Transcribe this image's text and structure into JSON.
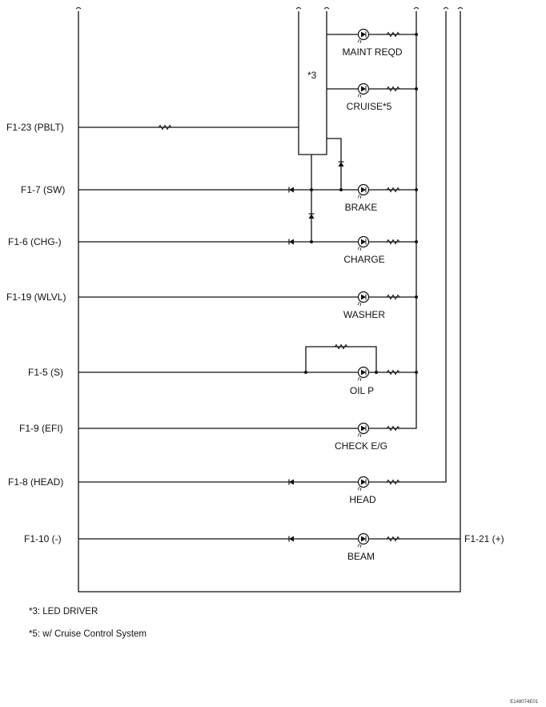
{
  "box_label": "*3",
  "pins": [
    {
      "id": "pblt",
      "label": "F1-23 (PBLT)"
    },
    {
      "id": "sw",
      "label": "F1-7 (SW)"
    },
    {
      "id": "chg",
      "label": "F1-6 (CHG-)"
    },
    {
      "id": "wlvl",
      "label": "F1-19 (WLVL)"
    },
    {
      "id": "s",
      "label": "F1-5 (S)"
    },
    {
      "id": "efi",
      "label": "F1-9 (EFI)"
    },
    {
      "id": "head",
      "label": "F1-8 (HEAD)"
    },
    {
      "id": "minus",
      "label": "F1-10 (-)"
    },
    {
      "id": "plus",
      "label": "F1-21 (+)"
    }
  ],
  "indicators": [
    {
      "id": "maint",
      "label": "MAINT REQD"
    },
    {
      "id": "cruise",
      "label": "CRUISE*5"
    },
    {
      "id": "brake",
      "label": "BRAKE"
    },
    {
      "id": "charge",
      "label": "CHARGE"
    },
    {
      "id": "washer",
      "label": "WASHER"
    },
    {
      "id": "oil",
      "label": "OIL P"
    },
    {
      "id": "check",
      "label": "CHECK E/G"
    },
    {
      "id": "head",
      "label": "HEAD"
    },
    {
      "id": "beam",
      "label": "BEAM"
    }
  ],
  "notes": [
    "*3: LED DRIVER",
    "*5: w/ Cruise Control System"
  ],
  "code": "E148074E01"
}
